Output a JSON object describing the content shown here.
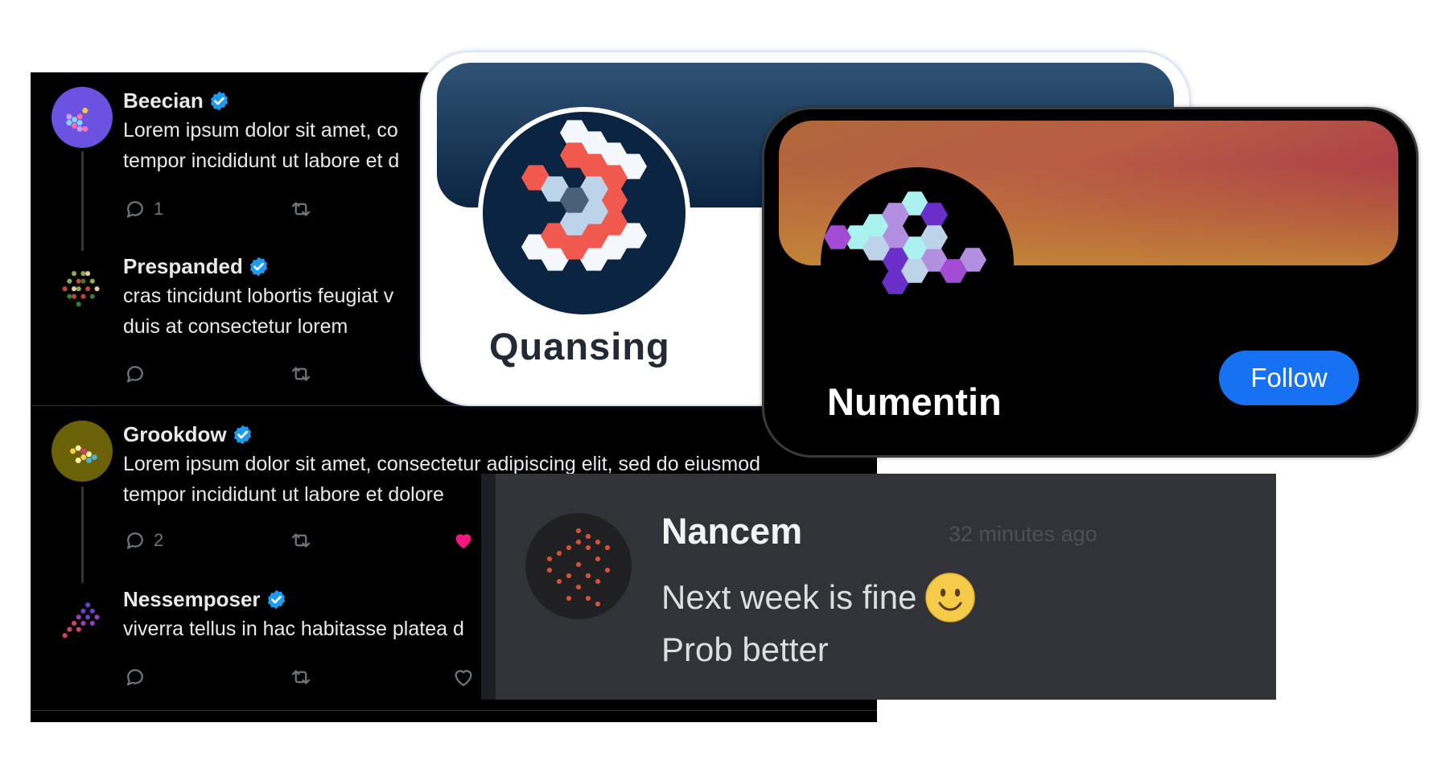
{
  "feed": {
    "posts": [
      {
        "name": "Beecian",
        "text_line1": "Lorem ipsum dolor sit amet, co",
        "text_line2": "tempor incididunt ut labore et d",
        "reply_count": "1"
      },
      {
        "name": "Prespanded",
        "text_line1": "cras tincidunt lobortis feugiat v",
        "text_line2": "duis at consectetur lorem"
      },
      {
        "name": "Grookdow",
        "text_line1": "Lorem ipsum dolor sit amet, consectetur adipiscing elit, sed do eiusmod",
        "text_line2": "tempor incididunt ut labore et dolore",
        "reply_count": "2",
        "liked": true
      },
      {
        "name": "Nessemposer",
        "text_line1": "viverra tellus in hac habitasse platea d"
      }
    ]
  },
  "profile_quansing": {
    "name": "Quansing"
  },
  "profile_numentin": {
    "name": "Numentin",
    "follow_label": "Follow"
  },
  "message": {
    "author": "Nancem",
    "timestamp": "32 minutes ago",
    "line1": "Next week is fine",
    "line2": "Prob better",
    "emoji": "slightly-smiling-face"
  },
  "colors": {
    "verified": "#1d9bf0",
    "like": "#f91880",
    "follow_button": "#1672f3",
    "feed_bg": "#000000",
    "discord_bg": "#313338"
  }
}
